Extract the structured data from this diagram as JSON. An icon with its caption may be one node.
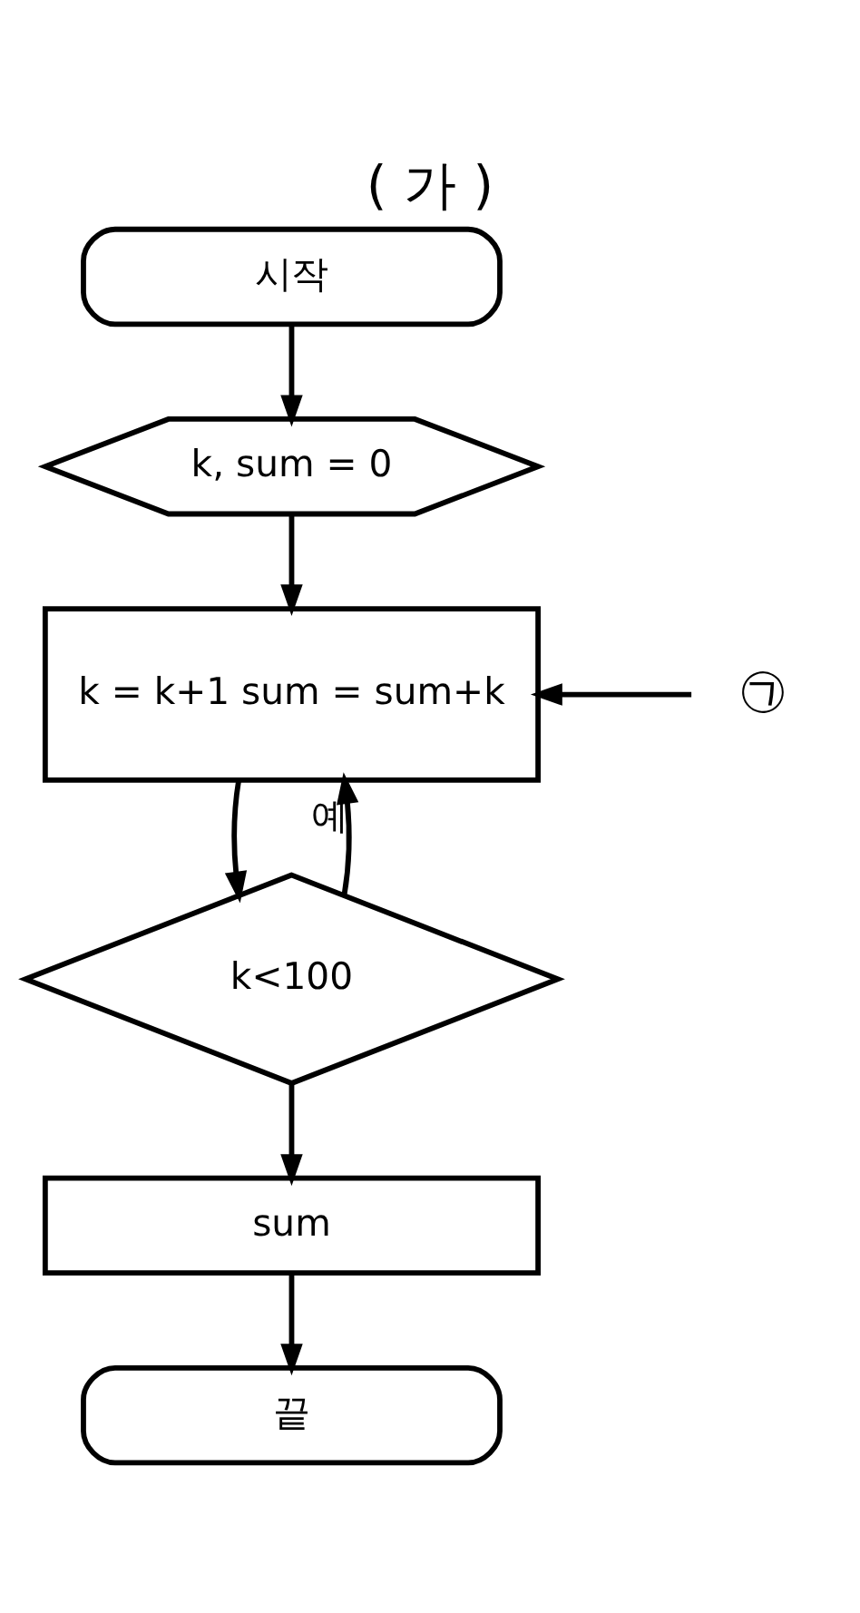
{
  "diagram": {
    "title": "( 가 )",
    "nodes": [
      {
        "text": [
          "시작"
        ]
      },
      {
        "text": [
          "k, sum = 0"
        ]
      },
      {
        "text": [
          "k = k+1 sum = sum+k"
        ]
      },
      {
        "text": [
          "k<100"
        ]
      },
      {
        "text": [
          "sum"
        ]
      },
      {
        "text": [
          "끝"
        ]
      },
      {
        "text": [
          "㉠"
        ]
      }
    ],
    "edges": [
      {
        "from": 0,
        "to": 1,
        "arrow": "to"
      },
      {
        "from": 1,
        "to": 2,
        "arrow": "to"
      },
      {
        "from": 2,
        "to": 3,
        "arrow": "to"
      },
      {
        "from": 3,
        "to": 2,
        "arrow": "to",
        "label": "예"
      },
      {
        "from": 3,
        "to": 4,
        "arrow": "to"
      },
      {
        "from": 4,
        "to": 5,
        "arrow": "to"
      },
      {
        "from": 6,
        "to": 2,
        "arrow": "to"
      }
    ]
  }
}
